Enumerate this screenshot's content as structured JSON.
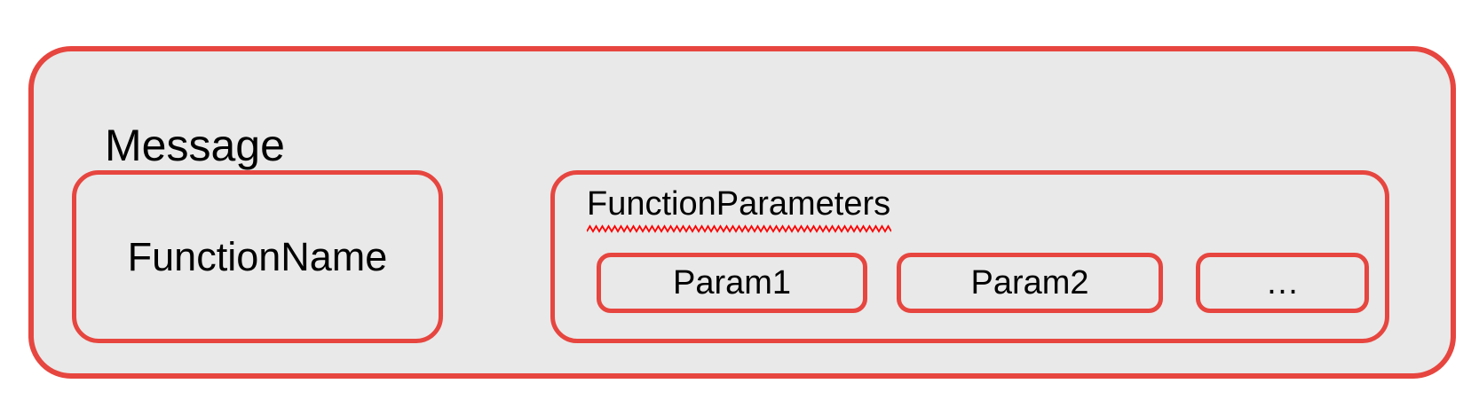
{
  "colors": {
    "box_border_red": "#e6463f",
    "squiggle_red": "#ff0000",
    "box_fill_gray": "#e9e9e9",
    "text_black": "#000000",
    "page_background": "#ffffff"
  },
  "message": {
    "label": "Message",
    "function_name": {
      "label": "FunctionName"
    },
    "function_parameters": {
      "label": "FunctionParameters",
      "underline_style": "red-squiggle",
      "params": [
        {
          "label": "Param1"
        },
        {
          "label": "Param2"
        },
        {
          "label": "…"
        }
      ]
    }
  }
}
